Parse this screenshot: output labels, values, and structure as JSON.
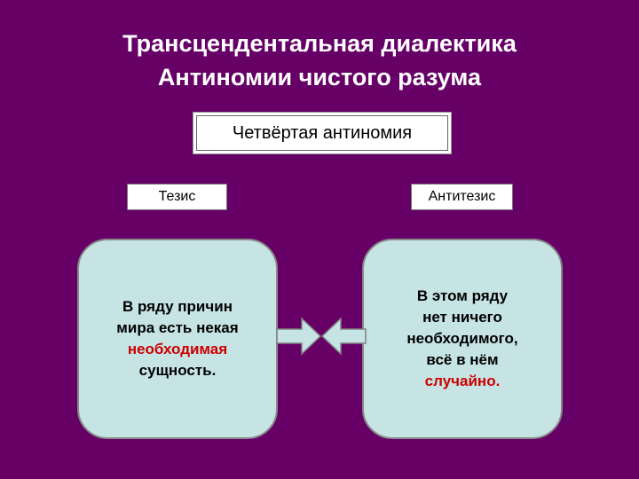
{
  "title": {
    "line1": "Трансцендентальная диалектика",
    "line2": "Антиномии чистого разума"
  },
  "heading": "Четвёртая антиномия",
  "thesis": {
    "label": "Тезис",
    "lines": [
      "В ряду причин",
      "мира есть некая"
    ],
    "highlight": [
      "необходимая",
      "сущность."
    ]
  },
  "antithesis": {
    "label": "Антитезис",
    "lines": [
      "В этом ряду",
      "нет ничего",
      "необходимого,",
      "всё в нём"
    ],
    "highlight": [
      "случайно."
    ]
  },
  "colors": {
    "background": "#660066",
    "box_fill": "#c6e4e4",
    "highlight_text": "#cc0000"
  }
}
